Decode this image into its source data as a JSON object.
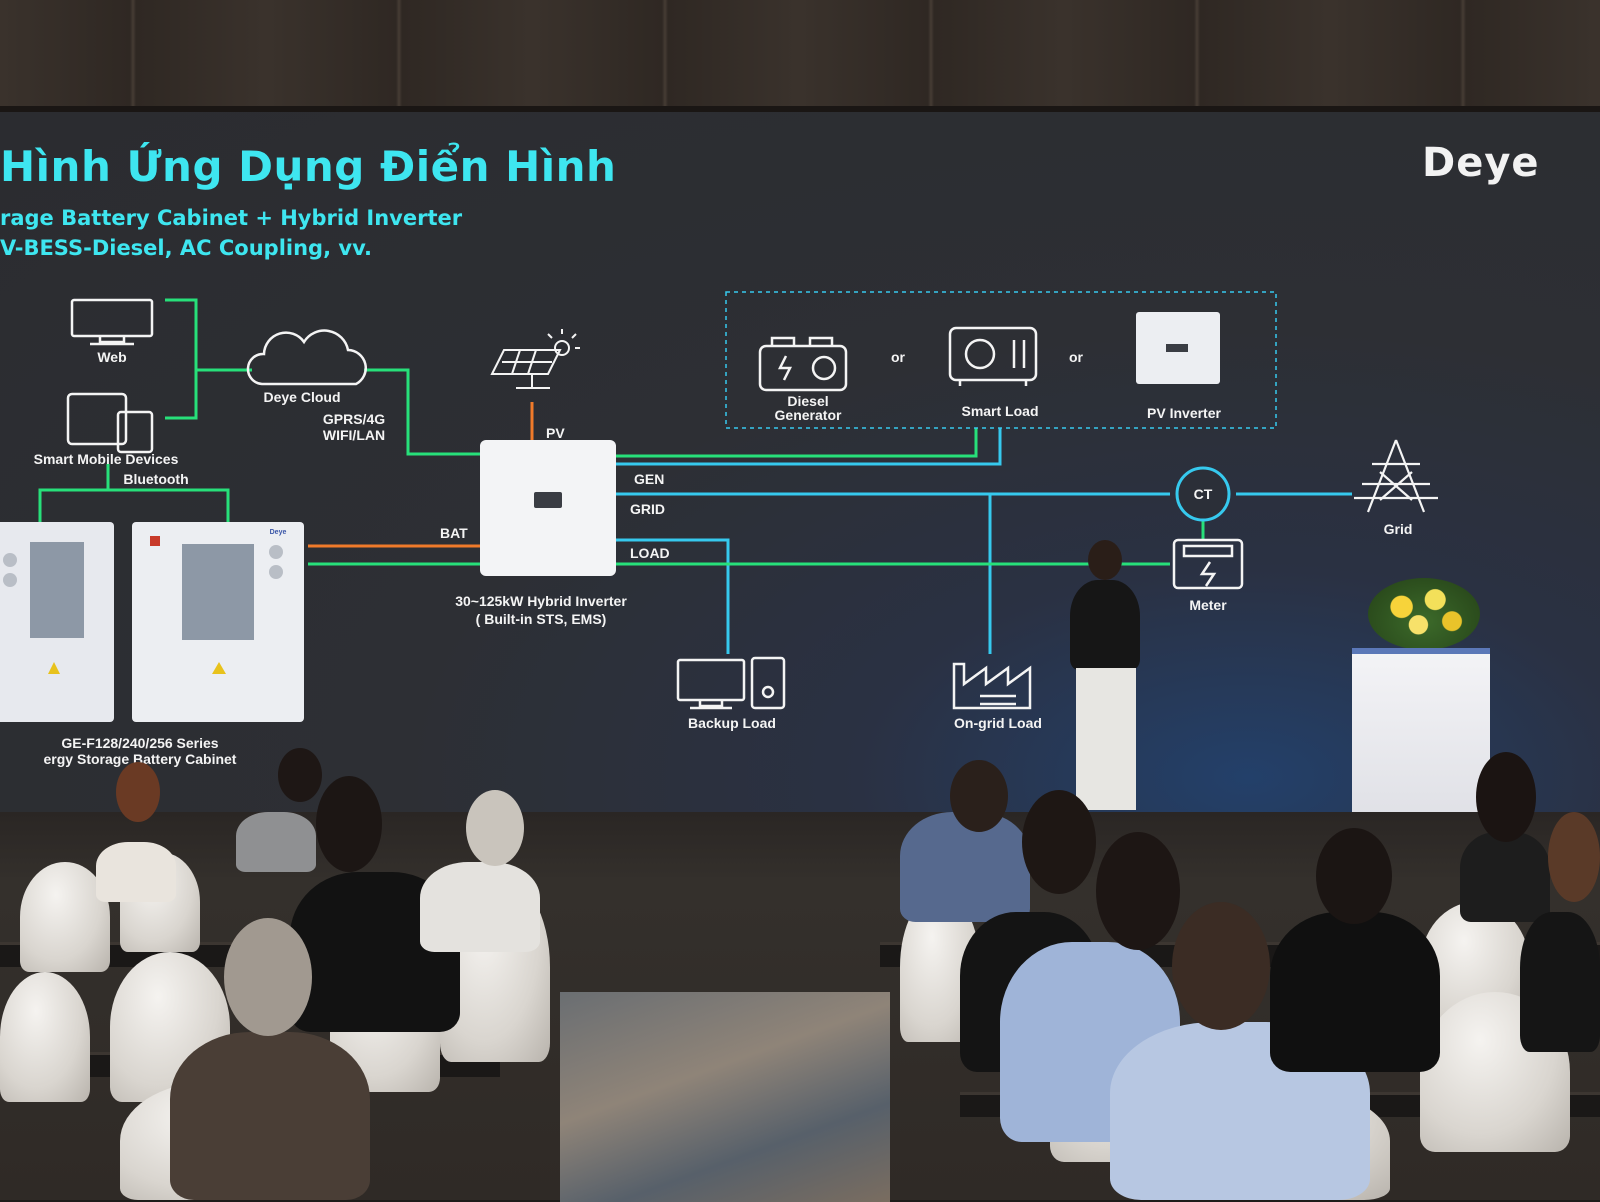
{
  "slide": {
    "title": "Hình Ứng Dụng Điển Hình",
    "subtitle_1": "rage Battery Cabinet + Hybrid Inverter",
    "subtitle_2": "V-BESS-Diesel, AC Coupling, vv.",
    "logo": "Deye"
  },
  "diagram": {
    "web": "Web",
    "cloud": "Deye Cloud",
    "mobile": "Smart Mobile Devices",
    "comms_1": "GPRS/4G",
    "comms_2": "WIFI/LAN",
    "bluetooth": "Bluetooth",
    "pv": "PV",
    "bat": "BAT",
    "gen": "GEN",
    "grid_port": "GRID",
    "load_port": "LOAD",
    "inverter_1": "30~125kW Hybrid Inverter",
    "inverter_2": "( Built-in STS,   EMS)",
    "diesel_1": "Diesel",
    "diesel_2": "Generator",
    "or_1": "or",
    "or_2": "or",
    "smart_load": "Smart Load",
    "pv_inverter": "PV Inverter",
    "ct": "CT",
    "grid": "Grid",
    "meter": "Meter",
    "backup_load": "Backup Load",
    "ongrid_load": "On-grid Load",
    "cabinet_1": "GE-F128/240/256 Series",
    "cabinet_2": "ergy Storage Battery Cabinet",
    "cabinet_brand": "Deye"
  },
  "colors": {
    "slide_text": "#3ee6f0",
    "line_green": "#27e07a",
    "line_cyan": "#36c9ee",
    "line_orange": "#f07a2a"
  }
}
